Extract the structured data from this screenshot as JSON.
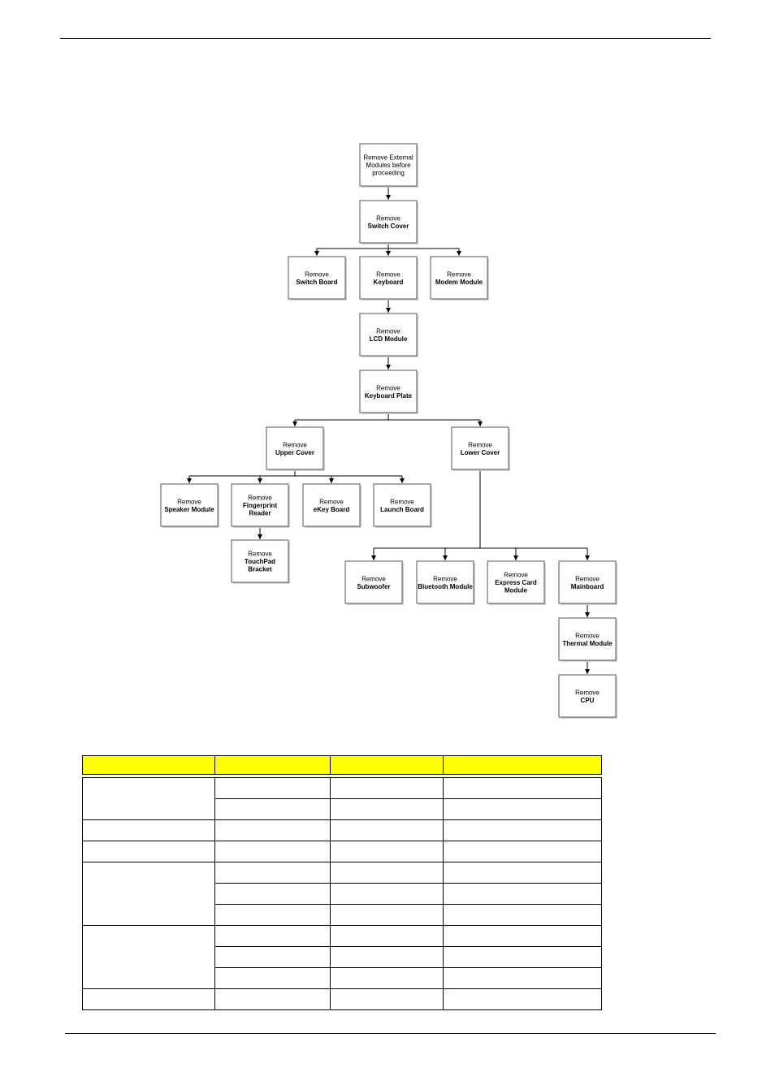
{
  "flowchart": {
    "nodes": [
      {
        "id": "external",
        "lines": [
          {
            "t": "Remove External",
            "b": false
          },
          {
            "t": "Modules before",
            "b": false
          },
          {
            "t": "proceeding",
            "b": false
          }
        ]
      },
      {
        "id": "switch-cover",
        "lines": [
          {
            "t": "Remove",
            "b": false
          },
          {
            "t": "Switch Cover",
            "b": true
          }
        ]
      },
      {
        "id": "switch-board",
        "lines": [
          {
            "t": "Remove",
            "b": false
          },
          {
            "t": "Switch Board",
            "b": true
          }
        ]
      },
      {
        "id": "keyboard",
        "lines": [
          {
            "t": "Remove",
            "b": false
          },
          {
            "t": "Keyboard",
            "b": true
          }
        ]
      },
      {
        "id": "modem-module",
        "lines": [
          {
            "t": "Remove",
            "b": false
          },
          {
            "t": "Modem Module",
            "b": true
          }
        ]
      },
      {
        "id": "lcd-module",
        "lines": [
          {
            "t": "Remove",
            "b": false
          },
          {
            "t": "LCD Module",
            "b": true
          }
        ]
      },
      {
        "id": "keyboard-plate",
        "lines": [
          {
            "t": "Remove",
            "b": false
          },
          {
            "t": "Keyboard Plate",
            "b": true
          }
        ]
      },
      {
        "id": "upper-cover",
        "lines": [
          {
            "t": "Remove",
            "b": false
          },
          {
            "t": "Upper Cover",
            "b": true
          }
        ]
      },
      {
        "id": "lower-cover",
        "lines": [
          {
            "t": "Remove",
            "b": false
          },
          {
            "t": "Lower Cover",
            "b": true
          }
        ]
      },
      {
        "id": "speaker-module",
        "lines": [
          {
            "t": "Remove",
            "b": false
          },
          {
            "t": "Speaker Module",
            "b": true
          }
        ]
      },
      {
        "id": "fingerprint-reader",
        "lines": [
          {
            "t": "Remove",
            "b": false
          },
          {
            "t": "Fingerprint",
            "b": true
          },
          {
            "t": "Reader",
            "b": true
          }
        ]
      },
      {
        "id": "ekey-board",
        "lines": [
          {
            "t": "Remove",
            "b": false
          },
          {
            "t": "eKey Board",
            "b": true
          }
        ]
      },
      {
        "id": "launch-board",
        "lines": [
          {
            "t": "Remove",
            "b": false
          },
          {
            "t": "Launch Board",
            "b": true
          }
        ]
      },
      {
        "id": "touchpad-bracket",
        "lines": [
          {
            "t": "Remove",
            "b": false
          },
          {
            "t": "TouchPad",
            "b": true
          },
          {
            "t": "Bracket",
            "b": true
          }
        ]
      },
      {
        "id": "subwoofer",
        "lines": [
          {
            "t": "Remove",
            "b": false
          },
          {
            "t": "Subwoofer",
            "b": true
          }
        ]
      },
      {
        "id": "bluetooth-module",
        "lines": [
          {
            "t": "Remove",
            "b": false
          },
          {
            "t": "Bluetooth Module",
            "b": true
          }
        ]
      },
      {
        "id": "express-card-module",
        "lines": [
          {
            "t": "Remove",
            "b": false
          },
          {
            "t": "Express Card",
            "b": true
          },
          {
            "t": "Module",
            "b": true
          }
        ]
      },
      {
        "id": "mainboard",
        "lines": [
          {
            "t": "Remove",
            "b": false
          },
          {
            "t": "Mainboard",
            "b": true
          }
        ]
      },
      {
        "id": "thermal-module",
        "lines": [
          {
            "t": "Remove",
            "b": false
          },
          {
            "t": "Thermal Module",
            "b": true
          }
        ]
      },
      {
        "id": "cpu",
        "lines": [
          {
            "t": "Remove",
            "b": false
          },
          {
            "t": "CPU",
            "b": true
          }
        ]
      }
    ],
    "edges": [
      [
        "external",
        "switch-cover"
      ],
      [
        "switch-cover",
        "switch-board"
      ],
      [
        "switch-cover",
        "keyboard"
      ],
      [
        "switch-cover",
        "modem-module"
      ],
      [
        "keyboard",
        "lcd-module"
      ],
      [
        "lcd-module",
        "keyboard-plate"
      ],
      [
        "keyboard-plate",
        "upper-cover"
      ],
      [
        "keyboard-plate",
        "lower-cover"
      ],
      [
        "upper-cover",
        "speaker-module"
      ],
      [
        "upper-cover",
        "fingerprint-reader"
      ],
      [
        "upper-cover",
        "ekey-board"
      ],
      [
        "upper-cover",
        "launch-board"
      ],
      [
        "fingerprint-reader",
        "touchpad-bracket"
      ],
      [
        "lower-cover",
        "subwoofer"
      ],
      [
        "lower-cover",
        "bluetooth-module"
      ],
      [
        "lower-cover",
        "express-card-module"
      ],
      [
        "lower-cover",
        "mainboard"
      ],
      [
        "mainboard",
        "thermal-module"
      ],
      [
        "thermal-module",
        "cpu"
      ]
    ]
  },
  "table": {
    "header": [
      "",
      "",
      "",
      ""
    ],
    "rows": [
      [
        "",
        "",
        "",
        ""
      ],
      [
        "",
        "",
        ""
      ],
      [
        "",
        "",
        "",
        ""
      ],
      [
        "",
        "",
        "",
        ""
      ],
      [
        "",
        "",
        "",
        ""
      ],
      [
        "",
        "",
        ""
      ],
      [
        "",
        "",
        ""
      ],
      [
        "",
        "",
        "",
        ""
      ],
      [
        "",
        "",
        ""
      ],
      [
        "",
        "",
        ""
      ],
      [
        "",
        "",
        "",
        ""
      ]
    ]
  }
}
